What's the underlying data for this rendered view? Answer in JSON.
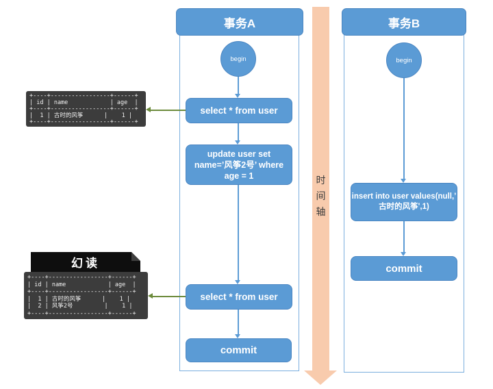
{
  "colors": {
    "node_fill": "#5b9bd5",
    "node_border": "#4b86c2",
    "lane_border": "#7aaede",
    "timeline_fill": "#f8cbad",
    "timeline_text": "#3b3b3b",
    "table_bg": "#3c3c3c",
    "table_text": "#f2f2f2",
    "phantom_label_bg": "#0e0e0e",
    "green_arrow": "#6c8b3c"
  },
  "lane_a": {
    "title": "事务A",
    "begin": "begin",
    "select1": "select * from user",
    "update_lines": [
      "update user set",
      "name=’风筝2号’ where",
      "age = 1"
    ],
    "select2": "select * from user",
    "commit": "commit"
  },
  "lane_b": {
    "title": "事务B",
    "begin": "begin",
    "insert_lines": [
      "insert into user values(null,’",
      "古时的风筝',1)"
    ],
    "commit": "commit"
  },
  "timeline": {
    "label": "时间轴",
    "chars": [
      "时",
      "间",
      "轴"
    ]
  },
  "query_result_1": {
    "ascii": "+----+-----------------+------+\n| id | name            | age  |\n+----+-----------------+------+\n|  1 | 古时的风筝      |    1 |\n+----+-----------------+------+"
  },
  "phantom_read": {
    "label": "幻读",
    "ascii": "+----+-----------------+------+\n| id | name            | age  |\n+----+-----------------+------+\n|  1 | 古时的风筝      |    1 |\n|  2 | 风筝2号         |    1 |\n+----+-----------------+------+"
  }
}
